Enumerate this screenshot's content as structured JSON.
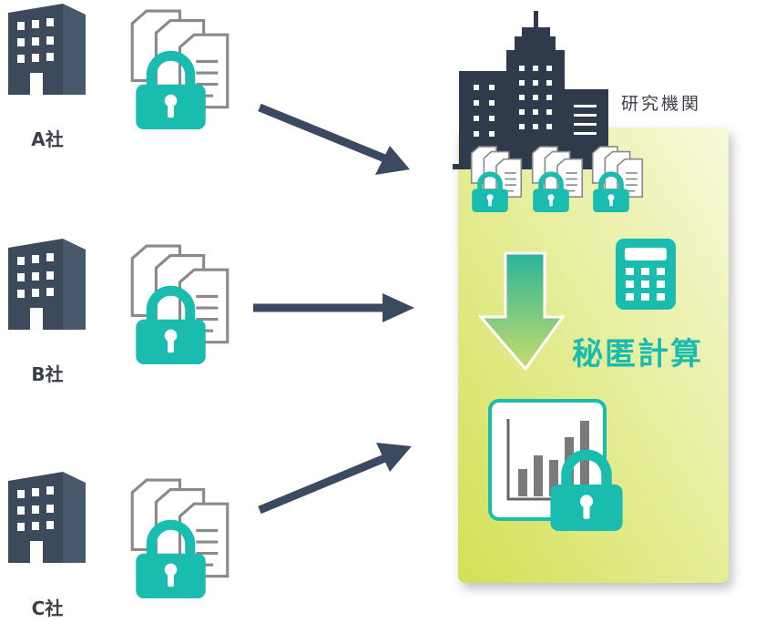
{
  "companies": [
    {
      "label": "A社"
    },
    {
      "label": "B社"
    },
    {
      "label": "C社"
    }
  ],
  "institution": {
    "label": "研究機関"
  },
  "computation": {
    "label": "秘匿計算"
  },
  "colors": {
    "building": "#3d4a5c",
    "lock": "#1bbcb0",
    "arrow": "#3a4a60",
    "panel_start": "#d8e463",
    "panel_end": "#f6f8d2"
  }
}
